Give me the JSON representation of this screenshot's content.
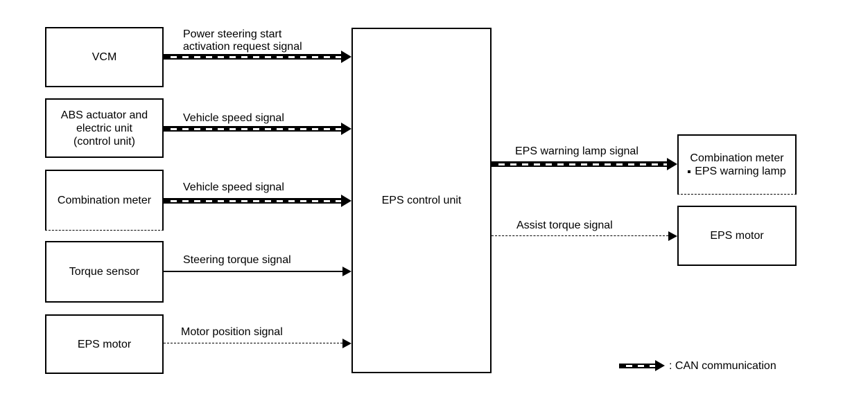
{
  "palette": {
    "ink": "#000000",
    "paper": "#ffffff"
  },
  "nodes": {
    "vcm": {
      "label": "VCM"
    },
    "abs_unit": {
      "line1": "ABS actuator and",
      "line2": "electric unit",
      "line3": "(control unit)"
    },
    "combination_meter_in": {
      "label": "Combination meter"
    },
    "torque_sensor": {
      "label": "Torque sensor"
    },
    "eps_motor_in": {
      "label": "EPS motor"
    },
    "eps_control_unit": {
      "label": "EPS control unit"
    },
    "combination_meter_out": {
      "label": "Combination meter",
      "sub_item": "EPS warning lamp"
    },
    "eps_motor_out": {
      "label": "EPS motor"
    }
  },
  "signals": {
    "power_steering_start": {
      "line1": "Power steering start",
      "line2": "activation request signal",
      "type": "CAN"
    },
    "vehicle_speed_abs": {
      "label": "Vehicle speed signal",
      "type": "CAN"
    },
    "vehicle_speed_meter": {
      "label": "Vehicle speed signal",
      "type": "CAN"
    },
    "steering_torque": {
      "label": "Steering torque signal",
      "type": "direct"
    },
    "motor_position": {
      "label": "Motor position signal",
      "type": "direct"
    },
    "eps_warning_lamp": {
      "label": "EPS warning lamp signal",
      "type": "CAN"
    },
    "assist_torque": {
      "label": "Assist torque signal",
      "type": "direct"
    }
  },
  "legend": {
    "label": ": CAN communication"
  }
}
